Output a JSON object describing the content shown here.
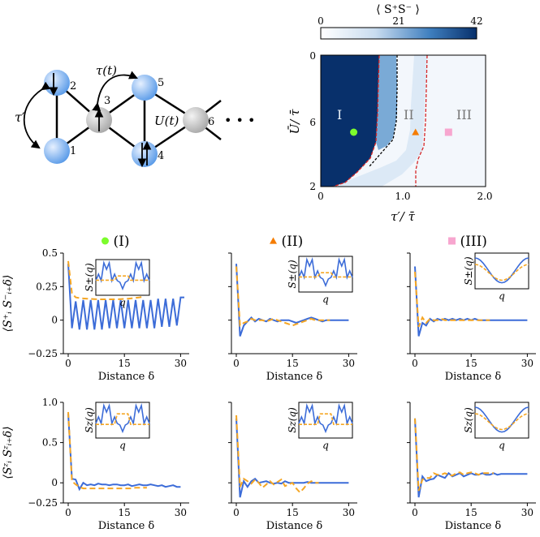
{
  "chart_data": [
    {
      "type": "heatmap",
      "colorbar": {
        "title": "⟨ S⁺S⁻ ⟩",
        "min": 0,
        "mid": 21,
        "max": 42,
        "ticks": [
          "0",
          "21",
          "42"
        ]
      },
      "xlabel": "τ′/ τ̄",
      "ylabel": "Ū/ τ̄",
      "xticks": [
        "0",
        "1.0",
        "2.0"
      ],
      "yticks": [
        "0",
        "6",
        "2"
      ],
      "xlim": [
        0,
        2.0
      ],
      "regions": [
        "I",
        "II",
        "III"
      ],
      "markers": [
        {
          "region": "I",
          "shape": "circle",
          "color": "#7CFC2C",
          "x": 0.4,
          "y": 6
        },
        {
          "region": "II",
          "shape": "triangle",
          "color": "#F57C00",
          "x": 1.15,
          "y": 6
        },
        {
          "region": "III",
          "shape": "square",
          "color": "#F7A6CF",
          "x": 1.55,
          "y": 6
        }
      ]
    },
    {
      "type": "diagram",
      "labels": {
        "tau_prime": "τ′",
        "tau_t": "τ(t)",
        "U_t": "U(t)",
        "dots": "• • •"
      },
      "sites": [
        "1",
        "2",
        "3",
        "4",
        "5",
        "6"
      ]
    },
    {
      "type": "line",
      "grid_rows": [
        {
          "ylabel": "⟨S⁺ᵢ S⁻ᵢ₊δ⟩",
          "ylim": [
            -0.25,
            0.5
          ],
          "yticks": [
            "0.5",
            "0.25",
            "0",
            "−0.25"
          ],
          "inset_ylabel": "S±(q)",
          "panels": [
            {
              "title": "(I)",
              "marker_color": "#7CFC2C",
              "marker_shape": "circle",
              "series": [
                {
                  "values": [
                    0.42,
                    -0.06,
                    0.14,
                    -0.07,
                    0.15,
                    -0.07,
                    0.15,
                    -0.07,
                    0.15,
                    -0.07,
                    0.15,
                    -0.06,
                    0.15,
                    -0.06,
                    0.15,
                    -0.06,
                    0.15,
                    -0.06,
                    0.15,
                    -0.06,
                    0.15,
                    -0.06,
                    0.15,
                    -0.06,
                    0.16,
                    -0.05,
                    0.16,
                    -0.05,
                    0.16,
                    -0.04,
                    0.17,
                    0.17
                  ]
                },
                {
                  "values": [
                    0.44,
                    0.2,
                    0.17,
                    0.165,
                    0.162,
                    0.16,
                    0.158,
                    0.157,
                    0.156,
                    0.155,
                    0.155,
                    0.155,
                    0.155,
                    0.156,
                    0.157,
                    0.158,
                    0.16,
                    0.163,
                    0.166,
                    0.17,
                    0.175
                  ]
                }
              ]
            },
            {
              "title": "(II)",
              "marker_color": "#F57C00",
              "marker_shape": "triangle",
              "series": [
                {
                  "values": [
                    0.42,
                    -0.12,
                    -0.04,
                    -0.01,
                    0.02,
                    -0.01,
                    0.01,
                    0.0,
                    -0.01,
                    0.01,
                    0.0,
                    -0.01,
                    0.0,
                    0.0,
                    0.0,
                    -0.01,
                    -0.02,
                    -0.01,
                    0.0,
                    0.01,
                    0.02,
                    0.01,
                    0.0,
                    -0.01,
                    0.0,
                    0.0,
                    0.0,
                    0.0,
                    0.0,
                    0.0,
                    0.0
                  ]
                },
                {
                  "values": [
                    0.4,
                    -0.04,
                    -0.02,
                    -0.01,
                    0.01,
                    0.0,
                    0.0,
                    0.0,
                    -0.01,
                    0.0,
                    0.01,
                    0.0,
                    -0.01,
                    -0.02,
                    -0.03,
                    -0.04,
                    -0.03,
                    -0.02,
                    -0.01,
                    0.0,
                    0.01,
                    0.0,
                    0.0,
                    0.0,
                    0.0,
                    0.0
                  ]
                }
              ]
            },
            {
              "title": "(III)",
              "marker_color": "#F7A6CF",
              "marker_shape": "square",
              "series": [
                {
                  "values": [
                    0.4,
                    -0.12,
                    -0.02,
                    -0.04,
                    0.01,
                    -0.01,
                    0.01,
                    0.0,
                    0.01,
                    0.0,
                    0.01,
                    0.0,
                    0.01,
                    0.0,
                    0.01,
                    0.0,
                    0.01,
                    0.0,
                    0.0,
                    0.0,
                    0.0,
                    0.0,
                    0.0,
                    0.0,
                    0.0,
                    0.0,
                    0.0,
                    0.0,
                    0.0,
                    0.0,
                    0.0
                  ]
                },
                {
                  "values": [
                    0.36,
                    -0.05,
                    0.02,
                    -0.02,
                    0.01,
                    0.0,
                    0.0,
                    0.01,
                    0.0,
                    0.0,
                    0.0,
                    0.0,
                    0.0,
                    0.0,
                    0.0,
                    0.0,
                    0.0,
                    0.0,
                    0.0,
                    0.0,
                    0.0
                  ]
                }
              ]
            }
          ]
        },
        {
          "ylabel": "⟨Sᶻᵢ Sᶻᵢ₊δ⟩",
          "ylim": [
            -0.25,
            1.0
          ],
          "yticks": [
            "1.0",
            "0.5",
            "0",
            "−0.25"
          ],
          "inset_ylabel": "Sz(q)",
          "panels": [
            {
              "series": [
                {
                  "values": [
                    0.86,
                    0.05,
                    0.04,
                    -0.08,
                    0.0,
                    -0.03,
                    -0.02,
                    -0.03,
                    -0.01,
                    -0.02,
                    -0.02,
                    -0.03,
                    -0.02,
                    -0.02,
                    -0.03,
                    -0.03,
                    -0.02,
                    -0.04,
                    -0.03,
                    -0.02,
                    -0.03,
                    -0.03,
                    -0.02,
                    -0.03,
                    -0.04,
                    -0.03,
                    -0.05,
                    -0.04,
                    -0.03,
                    -0.05,
                    -0.05
                  ]
                },
                {
                  "values": [
                    0.88,
                    0.02,
                    -0.02,
                    -0.05,
                    -0.07,
                    -0.07,
                    -0.07,
                    -0.07,
                    -0.07,
                    -0.07,
                    -0.07,
                    -0.07,
                    -0.07,
                    -0.07,
                    -0.07,
                    -0.07,
                    -0.07,
                    -0.07,
                    -0.06,
                    -0.06,
                    -0.06,
                    -0.06
                  ]
                }
              ]
            },
            {
              "series": [
                {
                  "values": [
                    0.8,
                    -0.18,
                    0.02,
                    -0.05,
                    0.02,
                    0.05,
                    0.0,
                    0.01,
                    0.02,
                    0.0,
                    -0.01,
                    0.0,
                    -0.01,
                    0.02,
                    0.0,
                    0.0,
                    0.0,
                    0.0,
                    0.0,
                    0.01,
                    0.0,
                    0.0,
                    0.0,
                    0.0,
                    0.0,
                    0.0,
                    0.0,
                    0.0,
                    0.0,
                    0.0,
                    0.0
                  ]
                },
                {
                  "values": [
                    0.84,
                    -0.05,
                    0.05,
                    0.02,
                    -0.01,
                    0.04,
                    0.0,
                    -0.06,
                    -0.02,
                    0.02,
                    -0.02,
                    0.01,
                    0.04,
                    -0.04,
                    -0.02,
                    0.0,
                    -0.07,
                    -0.12,
                    -0.07,
                    -0.01,
                    0.02,
                    0.0,
                    0.0
                  ]
                }
              ]
            },
            {
              "series": [
                {
                  "values": [
                    0.8,
                    -0.18,
                    0.08,
                    0.02,
                    0.04,
                    0.05,
                    0.1,
                    0.08,
                    0.06,
                    0.12,
                    0.08,
                    0.1,
                    0.12,
                    0.08,
                    0.1,
                    0.12,
                    0.1,
                    0.1,
                    0.12,
                    0.1,
                    0.1,
                    0.12,
                    0.1,
                    0.11,
                    0.11,
                    0.11,
                    0.11,
                    0.11,
                    0.11,
                    0.11,
                    0.11
                  ]
                },
                {
                  "values": [
                    0.8,
                    -0.1,
                    0.04,
                    0.06,
                    0.06,
                    0.12,
                    0.1,
                    0.1,
                    0.12,
                    0.1,
                    0.09,
                    0.12,
                    0.13,
                    0.1,
                    0.12,
                    0.13,
                    0.12,
                    0.1,
                    0.12,
                    0.12,
                    0.12,
                    0.12
                  ]
                }
              ]
            }
          ]
        }
      ],
      "x": {
        "label": "Distance δ",
        "ticks": [
          "0",
          "15",
          "30"
        ],
        "xlim": [
          0,
          31
        ]
      },
      "inset_xlabel": "q",
      "colors": {
        "solid": "#3C6CD8",
        "dashed": "#F5A623"
      }
    }
  ]
}
